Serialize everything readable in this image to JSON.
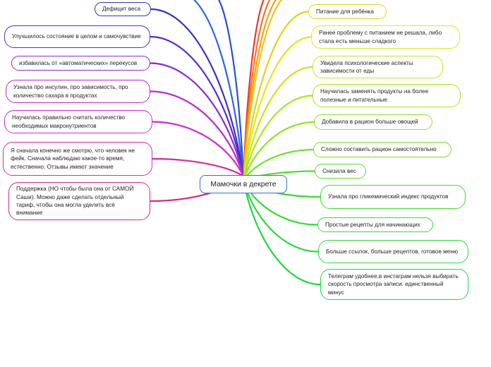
{
  "center": {
    "label": "Мамочки в декрете",
    "color": "#2f6fd6"
  },
  "left_nodes": [
    {
      "text": "Дефицит веса",
      "color": "#3a2fc9"
    },
    {
      "text": "Улучшилось состояние в целом и самочувствие",
      "color": "#5a2bd0"
    },
    {
      "text": "избавилась от «автоматических» перекусов",
      "color": "#8a2ad0"
    },
    {
      "text": "Узнала про инсулин, про зависимость, про количество сахара в продуктах",
      "color": "#b42ad0"
    },
    {
      "text": "Научилась правильно считать количество необходимых макронутриентов",
      "color": "#d12ad0"
    },
    {
      "text": "Я сначала конечно же смотрю, что человек не фейк. Сначала наблюдаю какое-то время, естественно. Отзывы имеют значение",
      "color": "#d62aa6"
    },
    {
      "text": "Поддержка (НО чтобы была она от САМОЙ Саши). Можно даже сделать отдельный тариф, чтобы она могла уделить всё внимание",
      "color": "#d42a86"
    }
  ],
  "right_nodes": [
    {
      "text": "Питание для ребёнка",
      "color": "#e0d21a"
    },
    {
      "text": "Ранее проблему с питанием не решала, либо стала есть меньше сладкого",
      "color": "#dfe81a"
    },
    {
      "text": "Увидела психологические аспекты зависимости от еды",
      "color": "#c2e81a"
    },
    {
      "text": "Научилась заменять продукты на более полезные и питательные.",
      "color": "#a6e81e"
    },
    {
      "text": "Добавила в рацион больше овощей",
      "color": "#8ce622"
    },
    {
      "text": "Сложно составить рацион самостоятельно",
      "color": "#6fe226"
    },
    {
      "text": "Снизила вес",
      "color": "#55de2a"
    },
    {
      "text": "Узнала про гликемический индекс продуктов",
      "color": "#3fdc2e"
    },
    {
      "text": "Простые рецепты для начинающих",
      "color": "#33da36"
    },
    {
      "text": "Больше ссылок, больше рецептов, готовое меню",
      "color": "#2bd83c"
    },
    {
      "text": "Телеграм удобнее,в инстаграм нельзя выбирать скорость просмотра записи. единственный минус",
      "color": "#22d642"
    }
  ],
  "offscreen_branch_colors": [
    "#2a4fd0",
    "#2a6ad6",
    "#e23a2a",
    "#f07a1a",
    "#f0a21a",
    "#efc21a"
  ]
}
